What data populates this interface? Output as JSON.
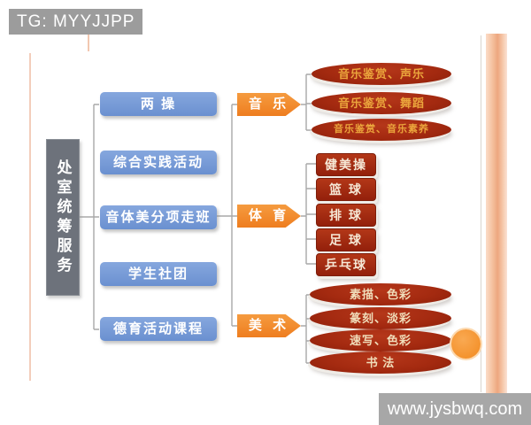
{
  "watermarks": {
    "top_left": "TG: MYYJJPP",
    "bottom_right": "www.jysbwq.com"
  },
  "tree": {
    "root": "处室统筹服务",
    "level1": [
      {
        "label": "两 操"
      },
      {
        "label": "综合实践活动"
      },
      {
        "label": "音体美分项走班"
      },
      {
        "label": "学生社团"
      },
      {
        "label": "德育活动课程"
      }
    ],
    "branches": [
      {
        "label": "音 乐",
        "items": [
          "音乐鉴赏、声乐",
          "音乐鉴赏、舞蹈",
          "音乐鉴赏、音乐素养"
        ]
      },
      {
        "label": "体 育",
        "items": [
          "健美操",
          "篮 球",
          "排 球",
          "足 球",
          "乒乓球"
        ]
      },
      {
        "label": "美 术",
        "items": [
          "素描、色彩",
          "篆刻、淡彩",
          "速写、色彩",
          "书 法"
        ]
      }
    ]
  },
  "palette": {
    "root_gray": "#6d727b",
    "level1_blue": "#7094d2",
    "branch_orange": "#f0862a",
    "leaf_dark_red": "#a42a10",
    "music_text_gold": "#eba53c",
    "banner_gray": "#9e9e9e",
    "dot_orange": "#f28a1f",
    "edge_pink": "#f0b08a",
    "connector_gray": "#a9a9a9"
  }
}
